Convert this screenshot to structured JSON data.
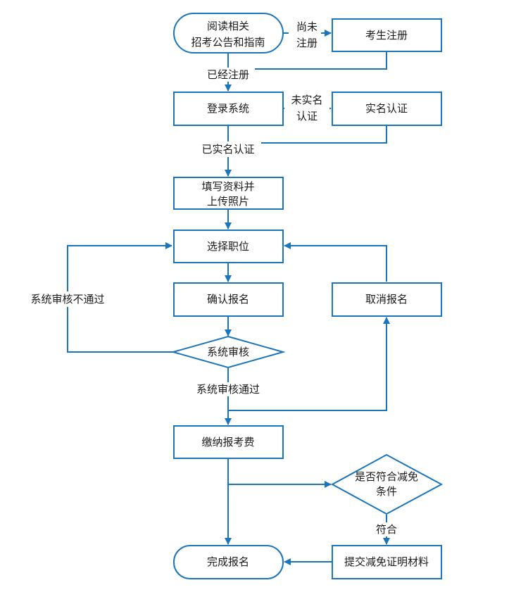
{
  "nodes": {
    "read": [
      "阅读相关",
      "招考公告和指南"
    ],
    "register": [
      "考生注册"
    ],
    "login": [
      "登录系统"
    ],
    "realname": [
      "实名认证"
    ],
    "fill": [
      "填写资料并",
      "上传照片"
    ],
    "choose": [
      "选择职位"
    ],
    "confirm": [
      "确认报名"
    ],
    "cancel": [
      "取消报名"
    ],
    "review": [
      "系统审核"
    ],
    "pay": [
      "缴纳报考费"
    ],
    "exempt_q": [
      "是否符合减免",
      "条件"
    ],
    "submit": [
      "提交减免证明材料"
    ],
    "done": [
      "完成报名"
    ]
  },
  "labels": {
    "not_registered": [
      "尚未",
      "注册"
    ],
    "registered": "已经注册",
    "not_realname": [
      "未实名",
      "认证"
    ],
    "realname_done": "已实名认证",
    "review_fail": "系统审核不通过",
    "review_pass": "系统审核通过",
    "eligible": "符合"
  },
  "colors": {
    "stroke": "#1b75bc",
    "text": "#1a1a1a"
  }
}
